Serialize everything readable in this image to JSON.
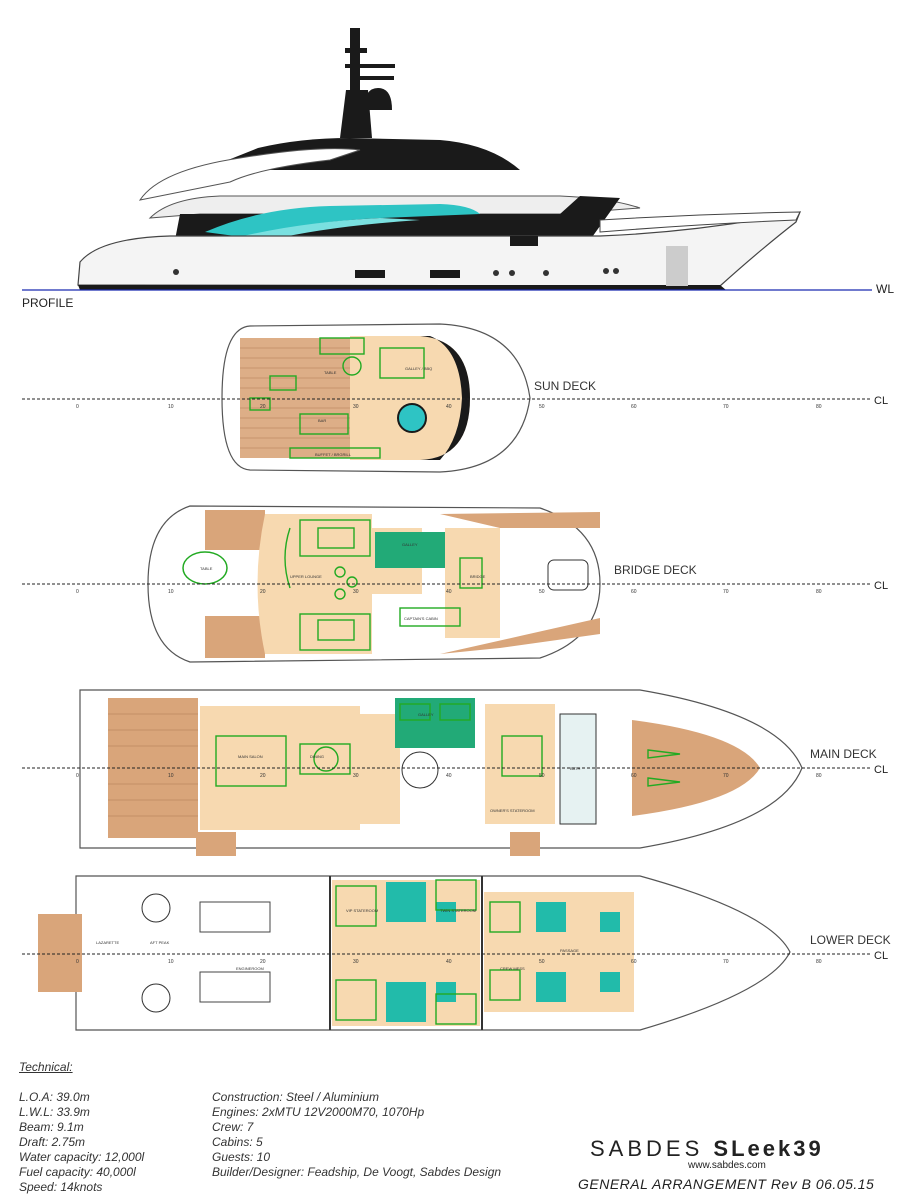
{
  "labels": {
    "profile": "PROFILE",
    "wl": "WL",
    "sun_deck": "SUN DECK",
    "bridge_deck": "BRIDGE DECK",
    "main_deck": "MAIN DECK",
    "lower_deck": "LOWER DECK",
    "centerline": "CL"
  },
  "frame_marks": [
    "0",
    "10",
    "20",
    "30",
    "40",
    "50",
    "60",
    "70",
    "80"
  ],
  "room_labels": {
    "sun": [
      "TABLE",
      "GALLEY / BBQ",
      "BAR",
      "BUFFET / BRGRILL"
    ],
    "bridge": [
      "TABLE",
      "UPPER LOUNGE",
      "GALLEY",
      "BRIDGE",
      "CAPTAIN'S CABIN"
    ],
    "main": [
      "MAIN SALON",
      "DINING",
      "GALLEY",
      "OWNER'S STATEROOM",
      "BATH",
      "MAIN DECK"
    ],
    "lower": [
      "AFT PEAK",
      "ENGINEROOM",
      "VIP STATEROOM",
      "TWIN STATEROOM",
      "CREW MESS",
      "PASSAGE",
      "LAZARETTE"
    ]
  },
  "technical": {
    "title": "Technical:",
    "left": [
      "L.O.A: 39.0m",
      "L.W.L: 33.9m",
      "Beam: 9.1m",
      "Draft: 2.75m",
      "Water capacity: 12,000l",
      "Fuel capacity: 40,000l",
      "Speed: 14knots"
    ],
    "right": [
      "Construction: Steel / Aluminium",
      "Engines: 2xMTU 12V2000M70, 1070Hp",
      "Crew: 7",
      "Cabins: 5",
      "Guests: 10",
      "Builder/Designer: Feadship, De Voogt, Sabdes Design"
    ]
  },
  "title_block": {
    "brand": "SABDES",
    "model": "SLeek39",
    "website": "www.sabdes.com",
    "subtitle": "GENERAL ARRANGEMENT Rev B  06.05.15"
  },
  "colors": {
    "hull_dark": "#1a1a1a",
    "teal": "#2ec4c4",
    "deck_wood": "#d9a57a",
    "interior": "#f7d9b0",
    "furniture": "#22aa22",
    "water": "#22bbaa",
    "waterline": "#1a2bb0"
  }
}
